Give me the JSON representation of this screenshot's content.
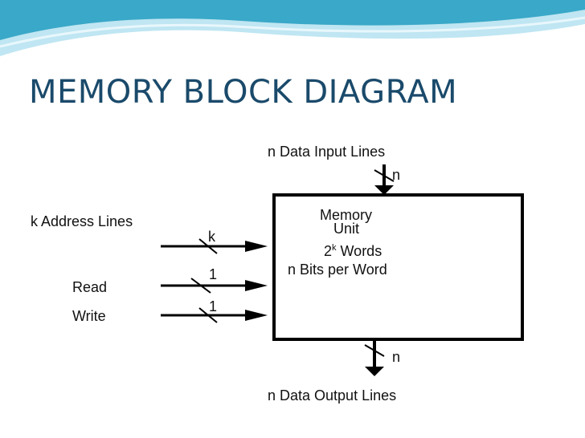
{
  "title": "MEMORY BLOCK DIAGRAM",
  "colors": {
    "title": "#1a4a6b",
    "banner_dark": "#3aa8c8",
    "banner_light": "#bfe6f2",
    "line": "#000000"
  },
  "diagram": {
    "input_label": "n Data Input Lines",
    "input_width": "n",
    "output_label": "n Data Output Lines",
    "output_width": "n",
    "address_label": "k Address Lines",
    "address_width": "k",
    "read_label": "Read",
    "read_width": "1",
    "write_label": "Write",
    "write_width": "1",
    "unit_line1": "Memory",
    "unit_line2": "Unit",
    "words_base": "2",
    "words_exp": "k",
    "words_rest": " Words",
    "bits_per_word": "n Bits per Word"
  }
}
